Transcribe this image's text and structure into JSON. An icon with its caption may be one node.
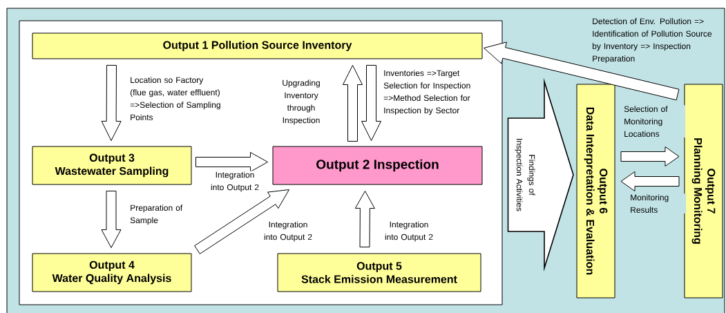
{
  "diagram": {
    "nodes": [
      {
        "text": [],
        "shape": "box"
      },
      {
        "text": [
          "Output 1 Pollution Source Inventory"
        ],
        "in": 0
      },
      {
        "text": [
          "Output 3",
          "Wastewater Sampling"
        ],
        "in": 0
      },
      {
        "text": [
          "Output 2 Inspection"
        ],
        "in": 0
      },
      {
        "text": [
          "Output 4",
          "Water Quality Analysis"
        ],
        "in": 0
      },
      {
        "text": [
          "Output 5",
          "Stack Emission Measurement"
        ],
        "in": 0
      },
      {
        "text": [
          "Output 6",
          "Data Interpretation & Evaluation"
        ]
      },
      {
        "text": [
          "Output 7",
          "Planning Monitoring"
        ]
      }
    ],
    "edges": [
      {
        "from": 1,
        "to": 2,
        "arrow": "to",
        "label": "Location so Factory (flue gas, water effluent) =>Selection of Sampling Points"
      },
      {
        "from": 2,
        "to": 4,
        "arrow": "to",
        "label": "Preparation of Sample"
      },
      {
        "from": 2,
        "to": 3,
        "arrow": "to",
        "label": "Integration into Output 2"
      },
      {
        "from": 4,
        "to": 3,
        "arrow": "to",
        "label": "Integration into Output 2"
      },
      {
        "from": 5,
        "to": 3,
        "arrow": "to",
        "label": "Integration into Output 2"
      },
      {
        "from": 3,
        "to": 1,
        "arrow": "to",
        "label": "Upgrading Inventory through Inspection"
      },
      {
        "from": 1,
        "to": 3,
        "arrow": "to",
        "label": "Inventories =>Target Selection for Inspection =>Method Selection for Inspection by Sector"
      },
      {
        "from": 0,
        "to": 6,
        "arrow": "to",
        "style": "thick",
        "label": "Findings of Inspection Activities"
      },
      {
        "from": 6,
        "to": 7,
        "arrow": "to",
        "label": "Selection of Monitoring Locations"
      },
      {
        "from": 7,
        "to": 6,
        "arrow": "to",
        "label": "Monitoring Results"
      },
      {
        "from": 7,
        "to": 1,
        "arrow": "to",
        "label": "Detection of Env. Pollution => Identification of Pollution Source by Inventory => Inspection Preparation"
      }
    ]
  }
}
